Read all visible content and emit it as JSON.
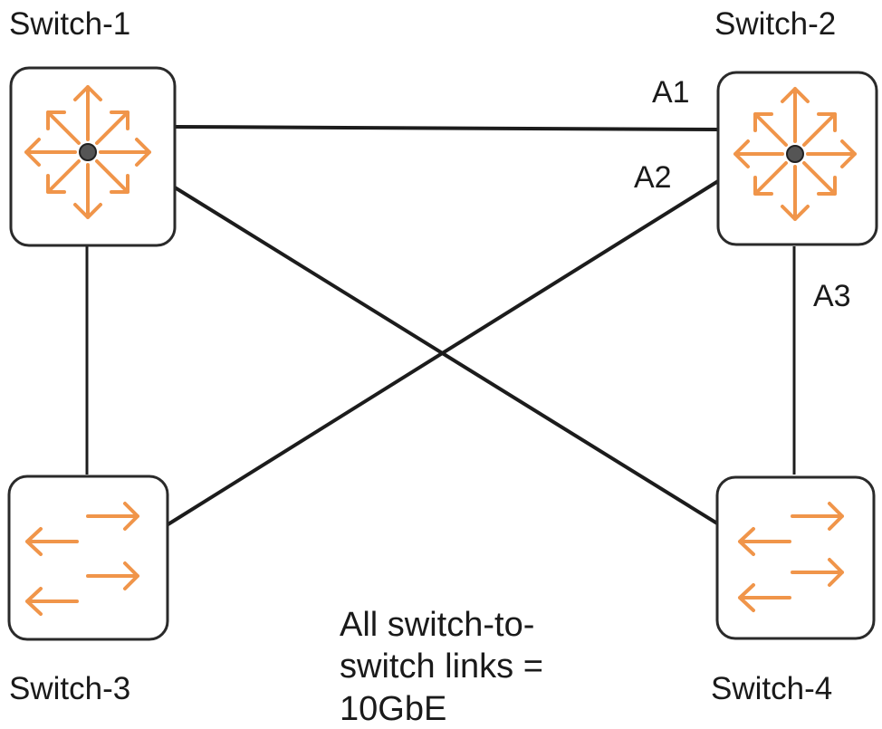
{
  "switches": {
    "s1": {
      "label": "Switch-1",
      "kind": "core"
    },
    "s2": {
      "label": "Switch-2",
      "kind": "core"
    },
    "s3": {
      "label": "Switch-3",
      "kind": "access"
    },
    "s4": {
      "label": "Switch-4",
      "kind": "access"
    }
  },
  "links": [
    {
      "from": "Switch-1",
      "to": "Switch-2",
      "label": "A1"
    },
    {
      "from": "Switch-3",
      "to": "Switch-2",
      "label": "A2"
    },
    {
      "from": "Switch-2",
      "to": "Switch-4",
      "label": "A3"
    },
    {
      "from": "Switch-1",
      "to": "Switch-4",
      "label": ""
    },
    {
      "from": "Switch-1",
      "to": "Switch-3",
      "label": ""
    }
  ],
  "ports": {
    "a1": "A1",
    "a2": "A2",
    "a3": "A3"
  },
  "note": {
    "line1": "All switch-to-",
    "line2": "switch links =",
    "line3": "10GbE"
  },
  "colors": {
    "icon_orange": "#f0954a",
    "link": "#1c1c1c"
  }
}
